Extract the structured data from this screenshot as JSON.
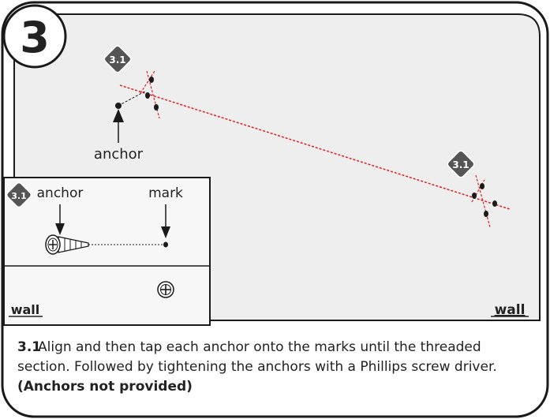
{
  "step": {
    "number": "3",
    "badge": "3.1"
  },
  "labels": {
    "anchor_main": "anchor",
    "wall_main": "wall",
    "inset_anchor": "anchor",
    "inset_mark": "mark",
    "inset_wall": "wall"
  },
  "instructions": {
    "number": "3.1",
    "text": "Align and then tap each anchor onto the marks until the threaded section. Followed by tightening the anchors with a Phillips screw driver.",
    "note": "(Anchors not provided)"
  },
  "colors": {
    "panel_fill": "#eeeeee",
    "inset_fill": "#f7f7f7",
    "badge_fill": "#555555",
    "guide_line": "#e02020",
    "outline": "#1a1a1a"
  }
}
